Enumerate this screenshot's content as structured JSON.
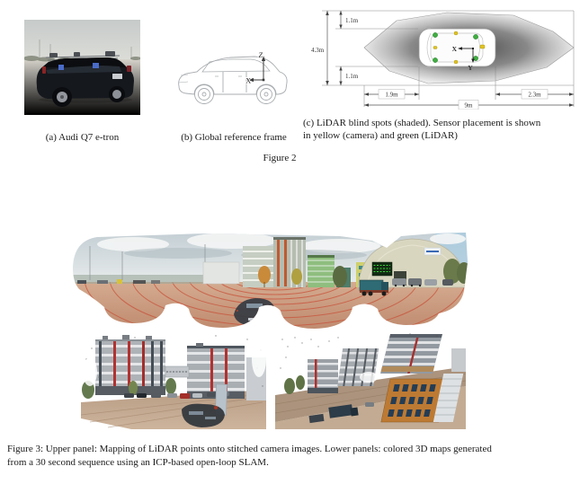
{
  "figure2": {
    "label": "Figure 2",
    "subfig_a": {
      "caption": "(a) Audi Q7 e-tron"
    },
    "subfig_b": {
      "caption": "(b) Global reference frame",
      "axis_x": "X",
      "axis_z": "Z"
    },
    "subfig_c": {
      "caption_line1": "(c) LiDAR blind spots (shaded). Sensor placement is shown",
      "caption_line2": "in yellow (camera) and green (LiDAR)",
      "axis_x": "X",
      "axis_y": "Y",
      "dims": {
        "side_top": "1.1m",
        "width_total": "4.3m",
        "side_bottom": "1.1m",
        "front": "1.9m",
        "rear": "2.3m",
        "length_total": "9m"
      },
      "sensor_colors": {
        "camera": "#e2c41f",
        "lidar": "#3fae3f"
      }
    }
  },
  "figure3": {
    "caption_line1": "Figure 3: Upper panel: Mapping of LiDAR points onto stitched camera images. Lower panels: colored 3D maps generated",
    "caption_line2": "from a 30 second sequence using an ICP-based open-loop SLAM."
  }
}
